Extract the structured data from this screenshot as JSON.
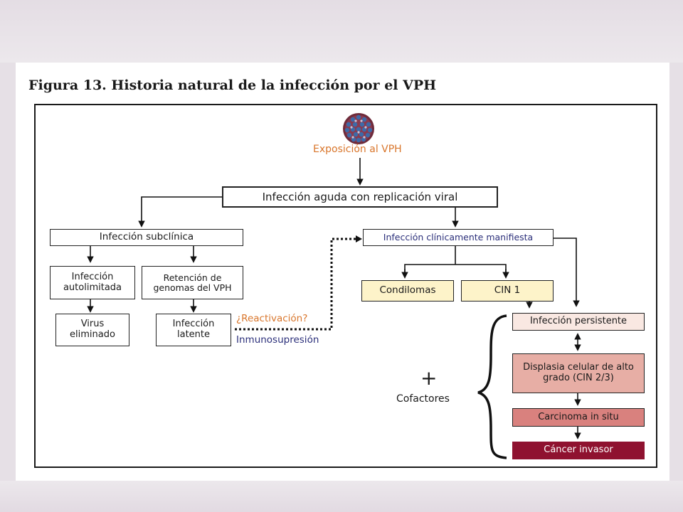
{
  "figure_title": "Figura 13. Historia natural de la infección por el VPH",
  "colors": {
    "orange_text": "#d9762c",
    "blue_text": "#2b2f7a",
    "yellow_box": "#fdf3c9",
    "pink_box": "#e7aea5",
    "salmon_box": "#d9817e",
    "crimson_box": "#8f1230"
  },
  "icons": {
    "virus": "hpv-virus-icon"
  },
  "nodes": {
    "exposicion": "Exposición al VPH",
    "infeccion_aguda": "Infección aguda con replicación viral",
    "subclinica": "Infección subclínica",
    "clinica": "Infección clínicamente manifiesta",
    "autolimitada": "Infección autolimitada",
    "retencion": "Retención de genomas del VPH",
    "condilomas": "Condilomas",
    "cin1": "CIN 1",
    "virus_eliminado": "Virus eliminado",
    "latente": "Infección latente",
    "persistente": "Infección persistente",
    "displasia": "Displasia celular de alto grado (CIN 2/3)",
    "carcinoma": "Carcinoma in situ",
    "cancer": "Cáncer invasor"
  },
  "labels": {
    "reactivacion": "¿Reactivación?",
    "inmunosupresion": "Inmunosupresión",
    "plus": "+",
    "cofactores": "Cofactores"
  }
}
